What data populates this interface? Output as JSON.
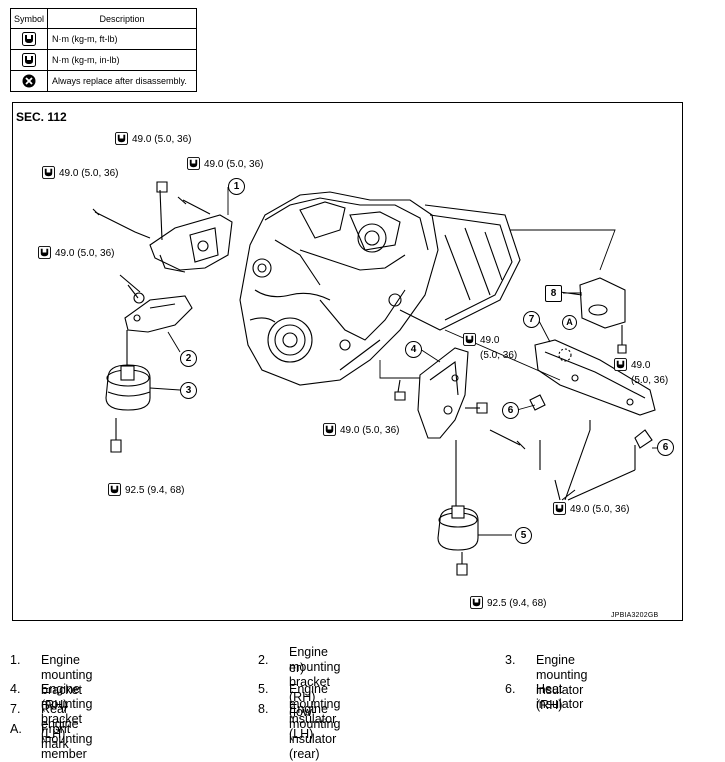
{
  "symbol_table": {
    "headers": [
      "Symbol",
      "Description"
    ],
    "rows": [
      {
        "icon": "torque-wrench-icon",
        "description": "N·m (kg-m, ft-lb)"
      },
      {
        "icon": "torque-wrench-inlb-icon",
        "description": "N·m (kg-m, in-lb)"
      },
      {
        "icon": "always-replace-icon",
        "description": "Always replace after disassembly."
      }
    ]
  },
  "diagram": {
    "section": "SEC. 112",
    "reference_code": "JPBIA3202GB",
    "torques": [
      {
        "id": "t1",
        "lines": [
          "49.0 (5.0, 36)"
        ]
      },
      {
        "id": "t2",
        "lines": [
          "49.0 (5.0, 36)"
        ]
      },
      {
        "id": "t3",
        "lines": [
          "49.0 (5.0, 36)"
        ]
      },
      {
        "id": "t4",
        "lines": [
          "49.0 (5.0, 36)"
        ]
      },
      {
        "id": "t5",
        "lines": [
          "92.5 (9.4, 68)"
        ]
      },
      {
        "id": "t6",
        "lines": [
          "49.0",
          "(5.0, 36)"
        ]
      },
      {
        "id": "t7",
        "lines": [
          "49.0 (5.0, 36)"
        ]
      },
      {
        "id": "t8",
        "lines": [
          "49.0",
          "(5.0, 36)"
        ]
      },
      {
        "id": "t9",
        "lines": [
          "49.0 (5.0, 36)"
        ]
      },
      {
        "id": "t10",
        "lines": [
          "92.5 (9.4, 68)"
        ]
      }
    ],
    "callouts": [
      "1",
      "2",
      "3",
      "4",
      "5",
      "6",
      "6",
      "7",
      "8",
      "A"
    ]
  },
  "legend": [
    {
      "num": "1.",
      "text": "Engine mounting bracket (RH)"
    },
    {
      "num": "2.",
      "text_lines": [
        "Engine mounting bracket (RH) (low-",
        "er)"
      ]
    },
    {
      "num": "3.",
      "text": "Engine mounting insulator (RH)"
    },
    {
      "num": "4.",
      "text": "Engine mounting bracket (LH)"
    },
    {
      "num": "5.",
      "text": "Engine mounting insulator (LH)"
    },
    {
      "num": "6.",
      "text": "Heat insulator"
    },
    {
      "num": "7.",
      "text": "Rear engine mounting member"
    },
    {
      "num": "8.",
      "text": "Engine mounting insulator (rear)"
    },
    {
      "num": "A.",
      "text": "Front mark"
    }
  ]
}
